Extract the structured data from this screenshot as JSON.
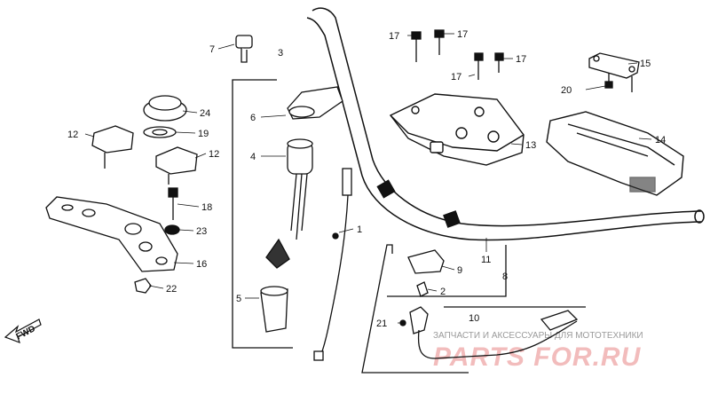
{
  "diagram": {
    "callouts": [
      {
        "id": "c7",
        "text": "7"
      },
      {
        "id": "c3",
        "text": "3"
      },
      {
        "id": "c6",
        "text": "6"
      },
      {
        "id": "c4",
        "text": "4"
      },
      {
        "id": "c5",
        "text": "5"
      },
      {
        "id": "c1",
        "text": "1"
      },
      {
        "id": "c24",
        "text": "24"
      },
      {
        "id": "c19",
        "text": "19"
      },
      {
        "id": "c12a",
        "text": "12"
      },
      {
        "id": "c12b",
        "text": "12"
      },
      {
        "id": "c18",
        "text": "18"
      },
      {
        "id": "c23",
        "text": "23"
      },
      {
        "id": "c16",
        "text": "16"
      },
      {
        "id": "c22",
        "text": "22"
      },
      {
        "id": "c17a",
        "text": "17"
      },
      {
        "id": "c17b",
        "text": "17"
      },
      {
        "id": "c17c",
        "text": "17"
      },
      {
        "id": "c17d",
        "text": "17"
      },
      {
        "id": "c15",
        "text": "15"
      },
      {
        "id": "c20",
        "text": "20"
      },
      {
        "id": "c13",
        "text": "13"
      },
      {
        "id": "c14",
        "text": "14"
      },
      {
        "id": "c11",
        "text": "11"
      },
      {
        "id": "c9",
        "text": "9"
      },
      {
        "id": "c8",
        "text": "8"
      },
      {
        "id": "c2",
        "text": "2"
      },
      {
        "id": "c10",
        "text": "10"
      },
      {
        "id": "c21",
        "text": "21"
      }
    ],
    "fwd_label": "FWD",
    "watermark": {
      "caption": "ЗАПЧАСТИ И АКСЕССУАРЫ ДЛЯ МОТОТЕХНИКИ",
      "logo": "PARTS FOR.RU"
    },
    "colors": {
      "line": "#111111",
      "watermark_logo": "#f2bcbc",
      "watermark_text": "#9a9a9a"
    }
  }
}
